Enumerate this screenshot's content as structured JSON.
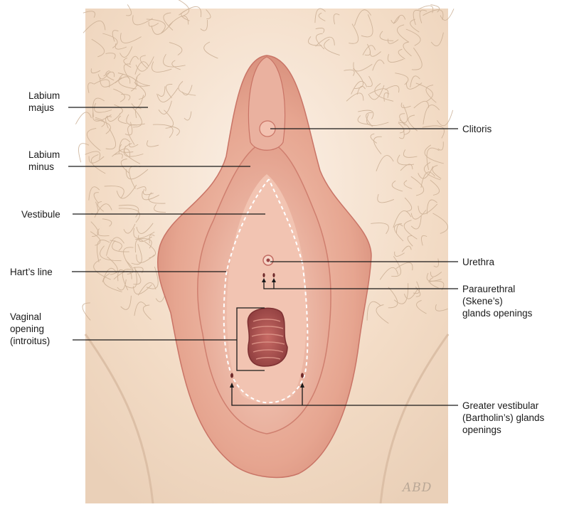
{
  "labels": {
    "labium_majus": "Labium\nmajus",
    "labium_minus": "Labium\nminus",
    "vestibule": "Vestibule",
    "harts_line": "Hart’s line",
    "vaginal_opening": "Vaginal\nopening\n(introitus)",
    "clitoris": "Clitoris",
    "urethra": "Urethra",
    "paraurethral": "Paraurethral\n(Skene’s)\nglands openings",
    "greater_vestibular": "Greater vestibular\n(Bartholin’s) glands\nopenings"
  },
  "signature": "ABD",
  "colors": {
    "skin": "#f3dcc6",
    "skin_light": "#f9ece0",
    "hair": "#c9ad92",
    "labia": "#e6a590",
    "labia_dark": "#c97466",
    "vestibule": "#f2c4b2",
    "opening": "#a24d4c",
    "leader_line": "#1a1a1a"
  }
}
